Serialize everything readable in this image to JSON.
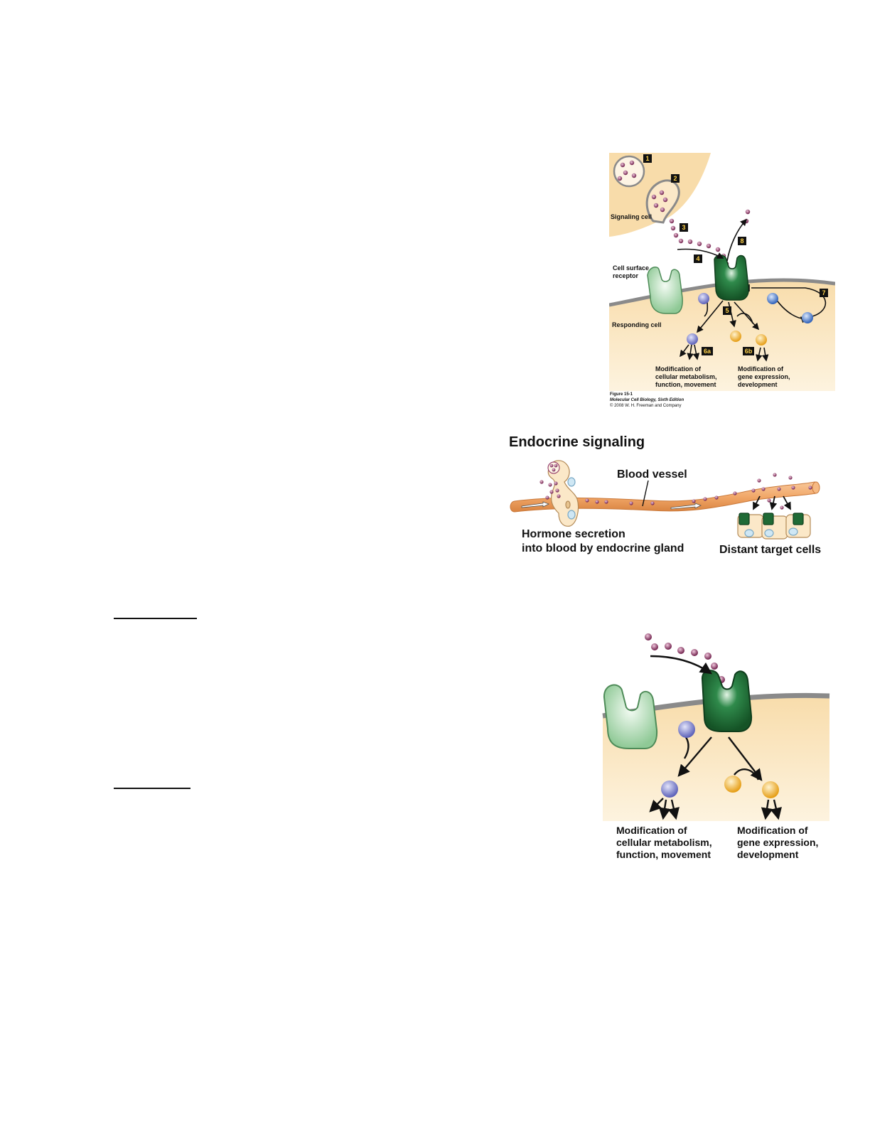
{
  "figure1": {
    "steps": [
      "1",
      "2",
      "3",
      "4",
      "5",
      "6a",
      "6b",
      "7",
      "8"
    ],
    "signaling_cell_label": "Signaling cell",
    "receptor_label": [
      "Cell surface",
      "receptor"
    ],
    "responding_cell_label": "Responding cell",
    "outcome_a": [
      "Modification of",
      "cellular metabolism,",
      "function, movement"
    ],
    "outcome_b": [
      "Modification of",
      "gene expression,",
      "development"
    ],
    "caption": {
      "figure": "Figure 15-1",
      "book": "Molecular Cell Biology, Sixth Edition",
      "copyright": "© 2008 W. H. Freeman and Company"
    }
  },
  "endocrine": {
    "title": "Endocrine signaling",
    "vessel_label": "Blood vessel",
    "secretion_label": [
      "Hormone secretion",
      "into blood by endocrine gland"
    ],
    "target_label": "Distant target cells"
  },
  "figure2": {
    "outcome_a": [
      "Modification of",
      "cellular metabolism,",
      "function, movement"
    ],
    "outcome_b": [
      "Modification of",
      "gene expression,",
      "development"
    ]
  },
  "colors": {
    "cytoplasm": "#fae3b8",
    "membrane": "#8a8a8a",
    "receptor_dark": "#1f6a35",
    "receptor_light": "#9fd3a4",
    "ligand": "#8a2a5e",
    "blue_molecule": "#6f74c8",
    "orange_molecule": "#f0b133",
    "vessel": "#f1a768"
  }
}
